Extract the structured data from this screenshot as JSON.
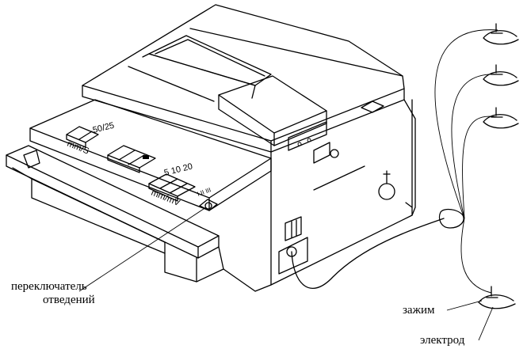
{
  "labels": {
    "lead_switch_line1": "переключатель",
    "lead_switch_line2": "отведений",
    "clamp": "зажим",
    "electrode": "электрод"
  },
  "panel_marks": {
    "speed_values": "50/25",
    "speed_unit": "mm/S",
    "gain_values": "5 10 20",
    "gain_unit": "mm/mV",
    "lead_marks": "I II III"
  },
  "icons": {
    "device": "ecg-machine-drawing",
    "electrodes": "limb-electrode-clamps",
    "knob": "lead-selector-knob"
  },
  "colors": {
    "line": "#000000",
    "background": "#ffffff"
  }
}
